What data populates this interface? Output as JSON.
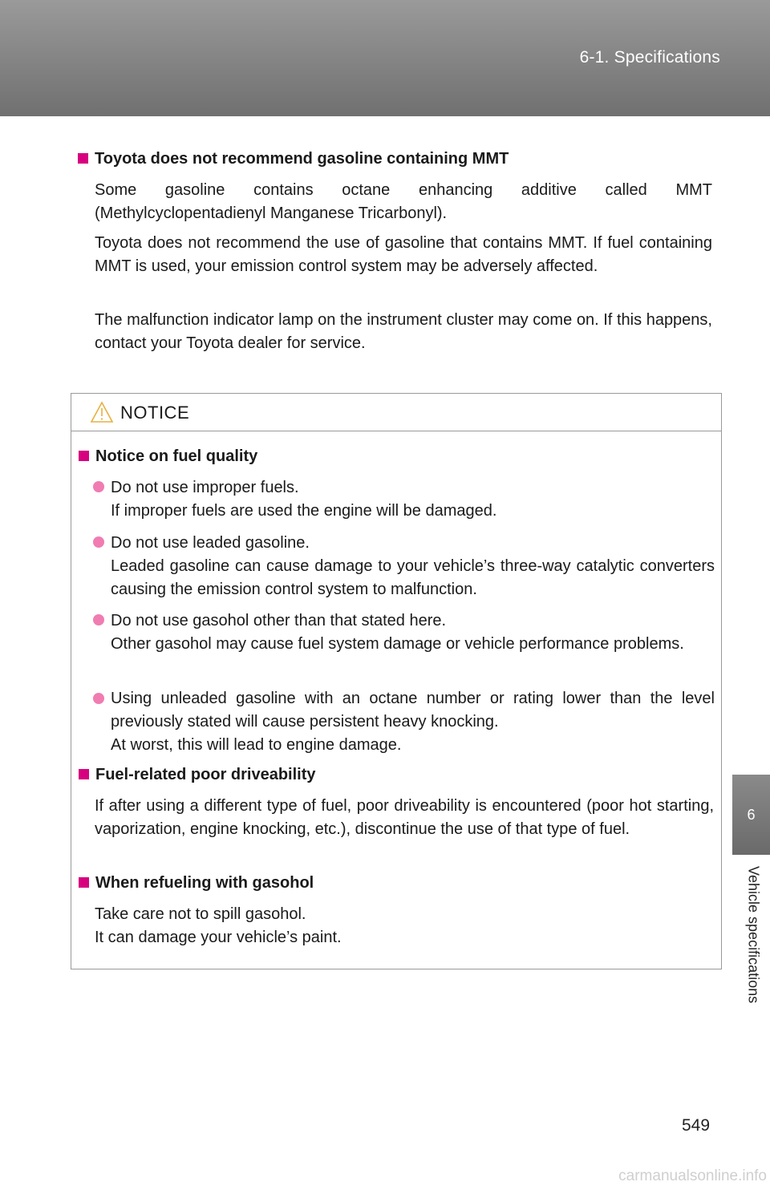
{
  "header": {
    "section": "6-1. Specifications"
  },
  "side_tab": {
    "chapter_number": "6",
    "chapter_title": "Vehicle specifications"
  },
  "mmt_section": {
    "heading": "Toyota does not recommend gasoline containing MMT",
    "paragraphs": [
      "Some gasoline contains octane enhancing additive called MMT (Methylcyclopentadienyl Manganese Tricarbonyl).",
      "Toyota does not recommend the use of gasoline that contains MMT. If fuel containing MMT is used, your emission control system may be adversely affected.",
      "The malfunction indicator lamp on the instrument cluster may come on. If this happens, contact your Toyota dealer for service."
    ]
  },
  "notice": {
    "title": "NOTICE",
    "fuel_quality": {
      "heading": "Notice on fuel quality",
      "items": [
        {
          "title": "Do not use improper fuels.",
          "text": "If improper fuels are used the engine will be damaged."
        },
        {
          "title": "Do not use leaded gasoline.",
          "text": "Leaded gasoline can cause damage to your vehicle’s three-way catalytic converters causing the emission control system to malfunction."
        },
        {
          "title": "Do not use gasohol other than that stated here.",
          "text": "Other gasohol may cause fuel system damage or vehicle performance problems."
        },
        {
          "title": "Using unleaded gasoline with an octane number or rating lower than the level previously stated will cause persistent heavy knocking.",
          "text": "At worst, this will lead to engine damage."
        }
      ]
    },
    "driveability": {
      "heading": "Fuel-related poor driveability",
      "text": "If after using a different type of fuel, poor driveability is encountered (poor hot starting, vaporization, engine knocking, etc.), discontinue the use of that type of fuel."
    },
    "gasohol": {
      "heading": "When refueling with gasohol",
      "line1": "Take care not to spill gasohol.",
      "line2": "It can damage your vehicle’s paint."
    }
  },
  "page_number": "549",
  "watermark": "carmanualsonline.info",
  "colors": {
    "accent_square": "#d7007f",
    "bullet_dot": "#f07cb2",
    "header_band": "#808080"
  }
}
